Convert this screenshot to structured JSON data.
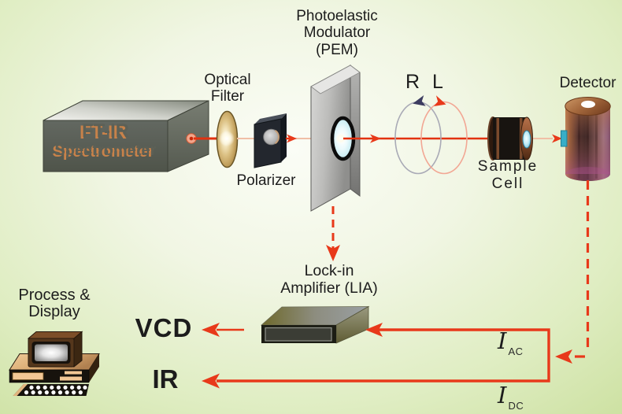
{
  "labels": {
    "spectrometer": {
      "line1": "FT-IR",
      "line2": "Spectrometer"
    },
    "optical_filter": {
      "line1": "Optical",
      "line2": "Filter"
    },
    "polarizer": "Polarizer",
    "pem": {
      "line1": "Photoelastic",
      "line2": "Modulator",
      "line3": "(PEM)"
    },
    "rotation": {
      "right": "R",
      "left": "L"
    },
    "sample_cell": {
      "line1": "Sample",
      "line2": "Cell"
    },
    "detector": "Detector",
    "lia": {
      "line1": "Lock-in",
      "line2": "Amplifier (LIA)"
    },
    "computer": {
      "line1": "Process &",
      "line2": "Display"
    }
  },
  "signals": {
    "vcd": "VCD",
    "ir": "IR",
    "ac": {
      "symbol": "I",
      "sub": "AC"
    },
    "dc": {
      "symbol": "I",
      "sub": "DC"
    }
  },
  "colors": {
    "beam_red": "#e23210",
    "beam_faint": "#f0bfa6",
    "arrow_red": "#e8391a",
    "circle_gray": "#a9aab6",
    "circle_pink": "#f2a794",
    "arrow_navy": "#3c3c60",
    "text": "#1c1c1c",
    "background_green": "#c3da93"
  }
}
